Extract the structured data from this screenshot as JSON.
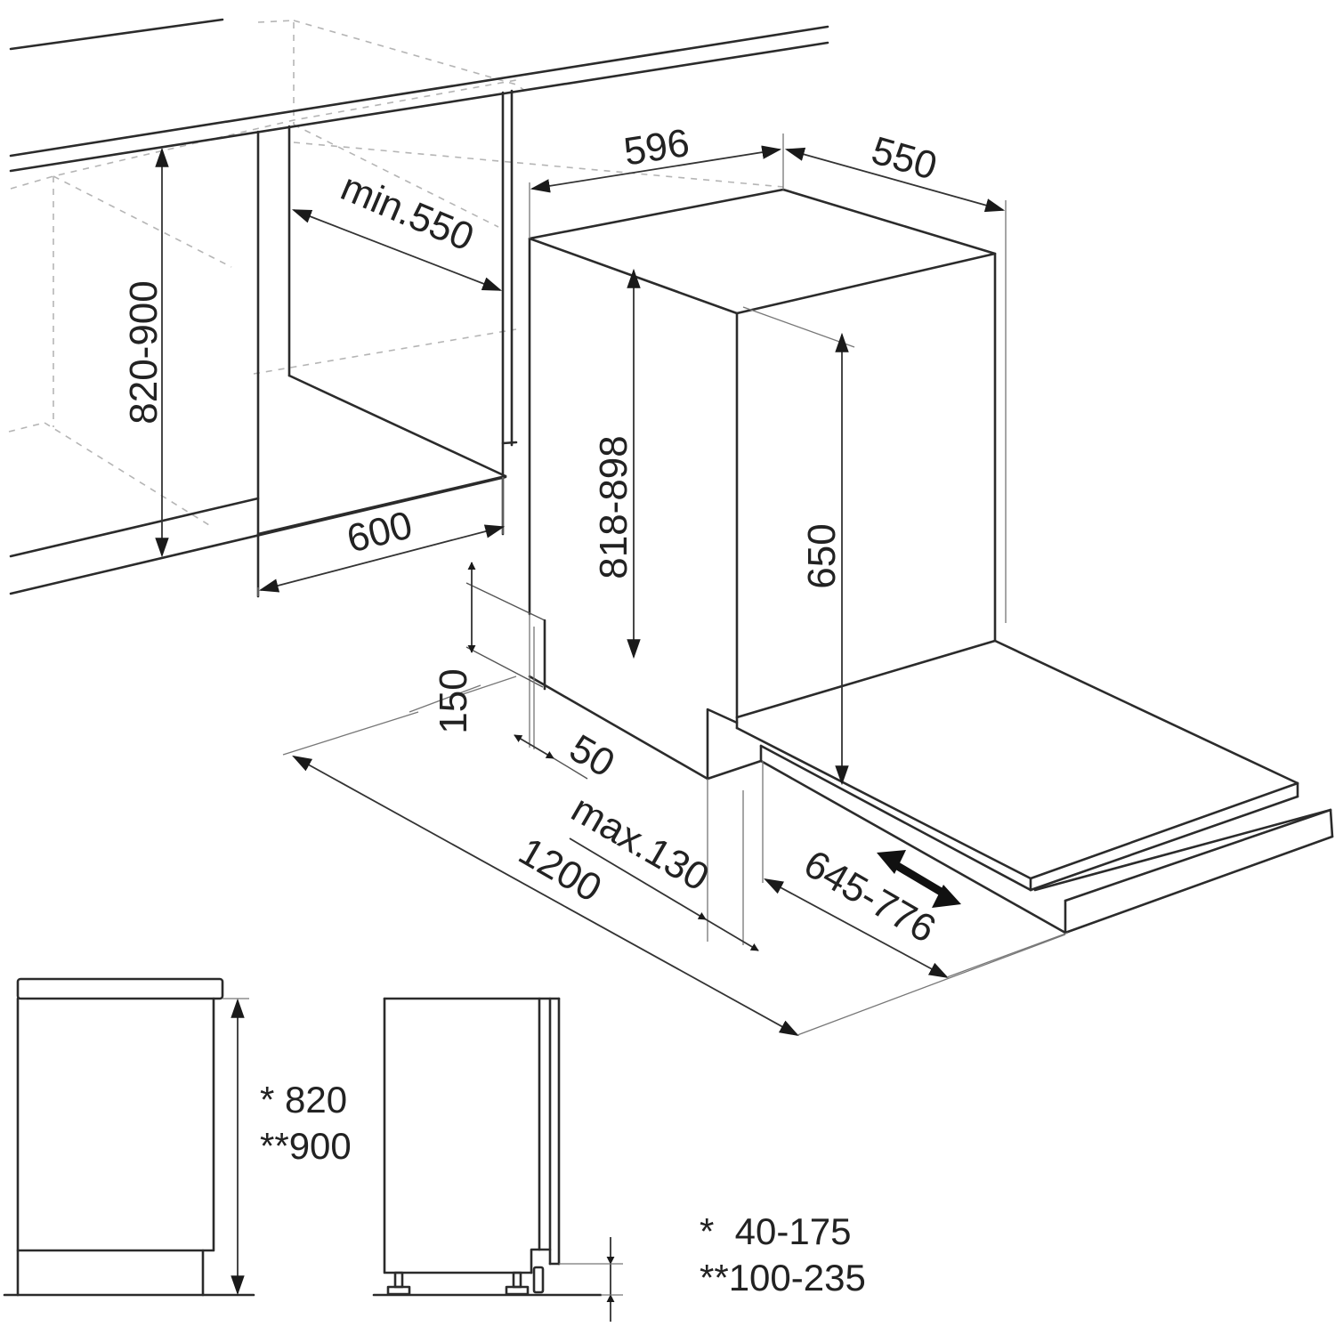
{
  "diagram": {
    "subject": "built-in dishwasher installation dimensions",
    "units": "mm",
    "colors": {
      "line": "#2b2b2b",
      "hidden_line": "#b5b5b5",
      "background": "#ffffff"
    }
  },
  "isometric_view": {
    "niche": {
      "height_label": "820-900",
      "depth_label": "min.550",
      "width_label": "600"
    },
    "appliance": {
      "width_label": "596",
      "depth_label": "550",
      "height_label": "818-898",
      "door_height_label": "650",
      "plinth_height_label": "150",
      "plinth_depth_label": "50",
      "door_overhang_label": "max.130",
      "door_open_label": "645-776",
      "total_depth_label": "1200"
    },
    "door_slide_arrow": "double-arrow-icon"
  },
  "side_view_left": {
    "height_single_star_label": "* 820",
    "height_double_star_label": "**900"
  },
  "side_view_right": {
    "plinth_single_star_label": "*  40-175",
    "plinth_double_star_label": "**100-235"
  }
}
